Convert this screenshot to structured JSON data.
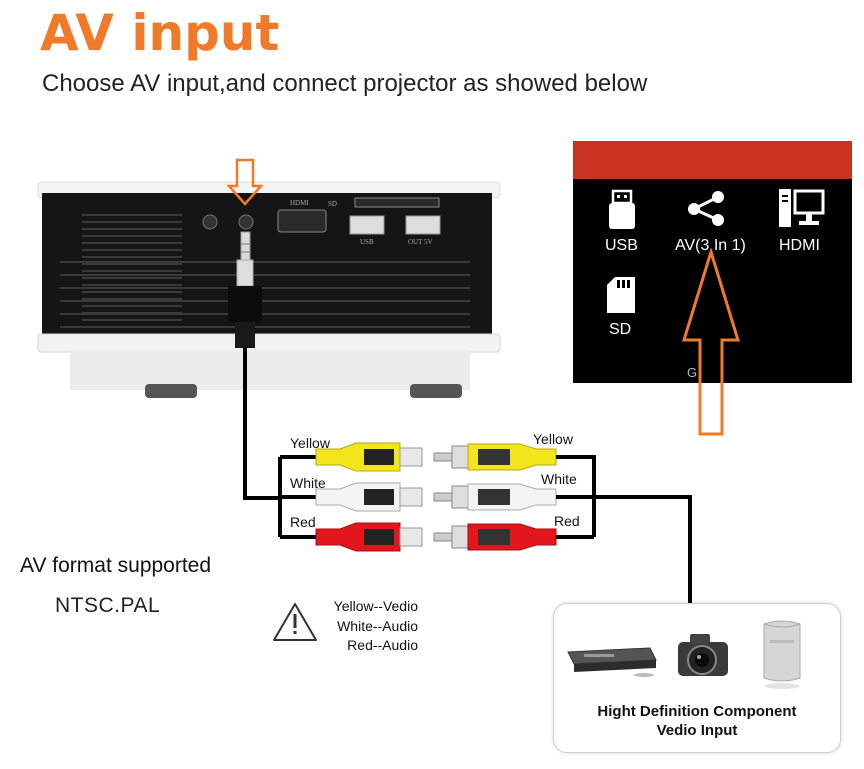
{
  "header": {
    "title": "AV input",
    "subtitle": "Choose AV input,and connect projector as showed below"
  },
  "projector": {
    "port_labels": {
      "hdmi": "HDMI",
      "sd": "SD",
      "usb": "USB",
      "out5v": "OUT 5V"
    }
  },
  "source_menu": {
    "items": [
      {
        "label": "USB",
        "icon": "usb-drive-icon"
      },
      {
        "label": "AV(3 In 1)",
        "icon": "share-icon"
      },
      {
        "label": "HDMI",
        "icon": "computer-icon"
      },
      {
        "label": "SD",
        "icon": "sd-card-icon"
      }
    ],
    "partial_text": "G"
  },
  "cable_labels": {
    "left": [
      "Yellow",
      "White",
      "Red"
    ],
    "right": [
      "Yellow",
      "White",
      "Red"
    ]
  },
  "av_format": {
    "title": "AV format supported",
    "value": "NTSC.PAL"
  },
  "warning": {
    "icon": "warning-triangle-icon",
    "lines": [
      "Yellow--Vedio",
      "White--Audio",
      "Red--Audio"
    ]
  },
  "devices": {
    "caption_line1": "Hight Definition Component",
    "caption_line2": "Vedio Input",
    "items": [
      "dvd-player-icon",
      "camera-icon",
      "game-console-icon"
    ]
  },
  "colors": {
    "accent": "#f07a2a",
    "menu_bar": "#c8331f",
    "yellow": "#f2e51c",
    "red": "#e3171b",
    "white": "#f2f2f2"
  }
}
